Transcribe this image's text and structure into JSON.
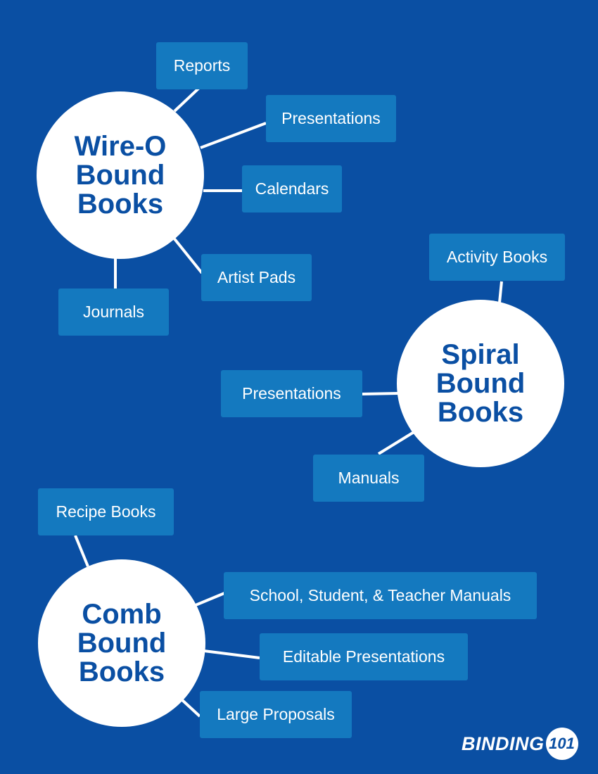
{
  "hubs": {
    "wireo": {
      "lines": [
        "Wire-O",
        "Bound",
        "Books"
      ]
    },
    "spiral": {
      "lines": [
        "Spiral",
        "Bound",
        "Books"
      ]
    },
    "comb": {
      "lines": [
        "Comb",
        "Bound",
        "Books"
      ]
    }
  },
  "wireo_items": [
    "Reports",
    "Presentations",
    "Calendars",
    "Artist Pads",
    "Journals"
  ],
  "spiral_items": [
    "Activity Books",
    "Presentations",
    "Manuals"
  ],
  "comb_items": [
    "Recipe Books",
    "School, Student, & Teacher Manuals",
    "Editable Presentations",
    "Large Proposals"
  ],
  "logo": {
    "word": "BINDING",
    "number": "101"
  },
  "colors": {
    "background": "#0a4fa3",
    "box": "#1479bf",
    "hub": "#ffffff",
    "hub_text": "#0a4fa3",
    "connector": "#ffffff"
  }
}
